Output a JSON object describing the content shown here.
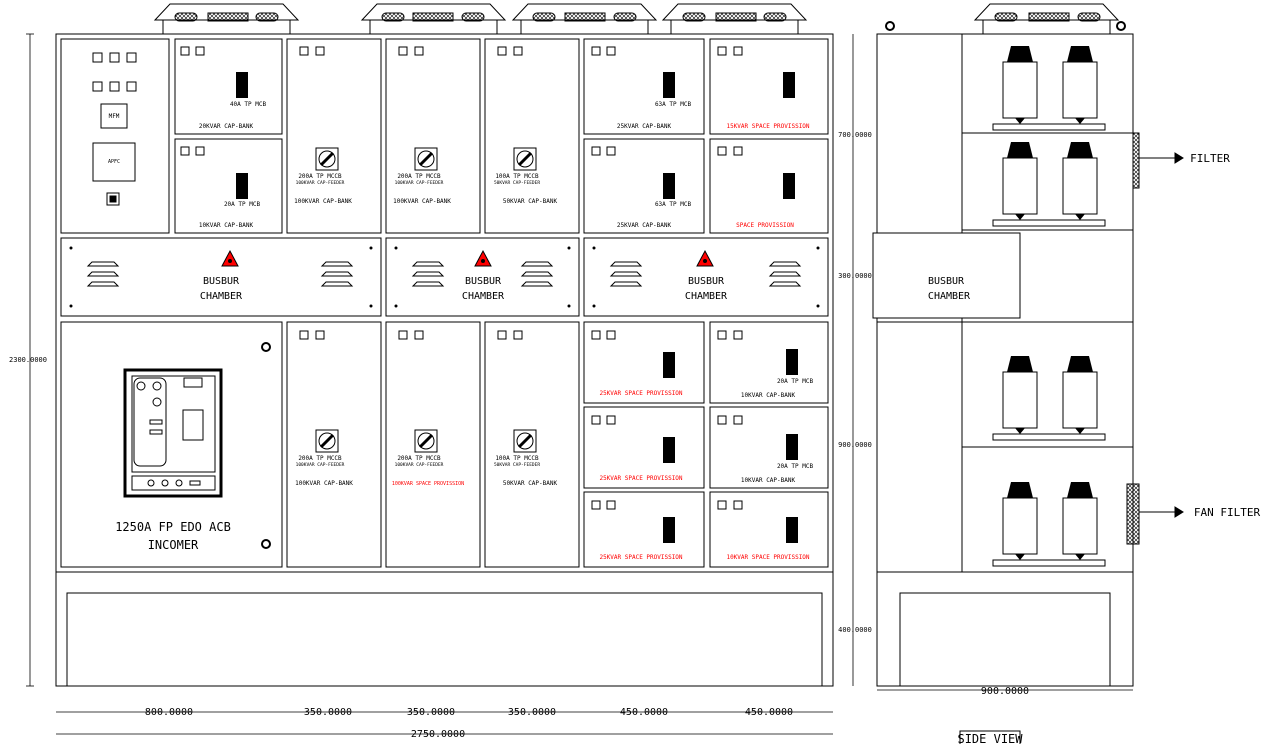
{
  "front_view": {
    "control": {
      "mfm": "MFM",
      "apfc": "APFC"
    },
    "cap_col_a": {
      "top_mcb": "40A TP MCB",
      "top_bank": "20KVAR CAP-BANK",
      "bot_mcb": "20A TP MCB",
      "bot_bank": "10KVAR CAP-BANK"
    },
    "feeder_1": {
      "line1": "200A TP MCCB",
      "line2": "100KVAR CAP-FEEDER",
      "bank": "100KVAR CAP-BANK"
    },
    "feeder_2": {
      "line1": "200A TP MCCB",
      "line2": "100KVAR CAP-FEEDER",
      "bank": "100KVAR CAP-BANK"
    },
    "feeder_3": {
      "line1": "100A TP MCCB",
      "line2": "50KVAR CAP-FEEDER",
      "bank": "50KVAR CAP-BANK"
    },
    "cap_col_e": {
      "top_mcb": "63A TP MCB",
      "top_bank": "25KVAR CAP-BANK",
      "bot_mcb": "63A TP MCB",
      "bot_bank": "25KVAR CAP-BANK"
    },
    "cap_col_f": {
      "top_space": "15KVAR SPACE PROVISSION",
      "bot_space": "SPACE PROVISSION"
    },
    "busbar": {
      "line1": "BUSBUR",
      "line2": "CHAMBER"
    },
    "incomer": {
      "line1": "1250A FP EDO ACB",
      "line2": "INCOMER"
    },
    "lower_feeder_1": {
      "line1": "200A TP MCCB",
      "line2": "100KVAR CAP-FEEDER",
      "bank": "100KVAR CAP-BANK"
    },
    "lower_feeder_2": {
      "line1": "200A TP MCCB",
      "line2": "100KVAR CAP-FEEDER",
      "space": "100KVAR SPACE PROVISSION"
    },
    "lower_feeder_3": {
      "line1": "100A TP MCCB",
      "line2": "50KVAR CAP-FEEDER",
      "bank": "50KVAR CAP-BANK"
    },
    "lower_col_e": {
      "s1": "25KVAR SPACE PROVISSION",
      "s2": "25KVAR SPACE PROVISSION",
      "s3": "25KVAR SPACE PROVISSION"
    },
    "lower_col_f": {
      "mcb1": "20A TP MCB",
      "bank1": "10KVAR CAP-BANK",
      "mcb2": "20A TP MCB",
      "bank2": "10KVAR CAP-BANK",
      "space": "10KVAR SPACE PROVISSION"
    }
  },
  "dimensions": {
    "height_total": "2300.0000",
    "widths": [
      "800.0000",
      "350.0000",
      "350.0000",
      "350.0000",
      "450.0000",
      "450.0000"
    ],
    "width_total": "2750.0000",
    "side_heights": [
      "700.0000",
      "300.0000",
      "900.0000",
      "400.0000"
    ],
    "side_width": "900.0000"
  },
  "side_view": {
    "busbar_line1": "BUSBUR",
    "busbar_line2": "CHAMBER",
    "filter": "FILTER",
    "fan_filter": "FAN FILTER",
    "caption": "SIDE VIEW"
  },
  "colors": {
    "line": "#000000",
    "red_text": "#ff0000",
    "warning": "#ff0000"
  }
}
